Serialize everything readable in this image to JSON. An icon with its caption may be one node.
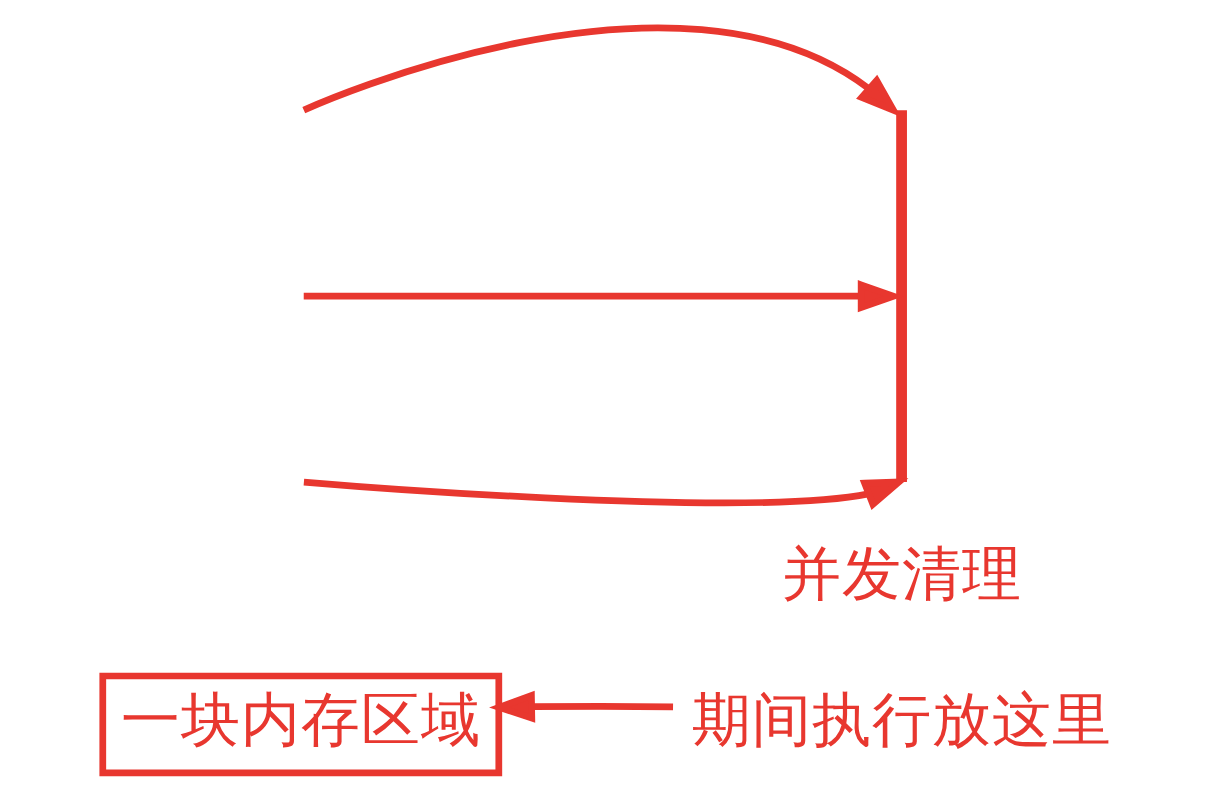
{
  "diagram": {
    "nodes": [
      {
        "text": [
          "一块内存区域"
        ]
      },
      {
        "text": [
          "期间执行放这里"
        ]
      },
      {
        "text": [],
        "shape": "bar"
      }
    ],
    "edges": [
      {
        "from": 1,
        "to": 0,
        "arrow": "to"
      },
      {
        "from": null,
        "to": 2,
        "arrow": "to"
      },
      {
        "from": null,
        "to": 2,
        "arrow": "to"
      },
      {
        "from": null,
        "to": 2,
        "arrow": "to"
      }
    ],
    "labels": [
      "并发清理"
    ]
  }
}
